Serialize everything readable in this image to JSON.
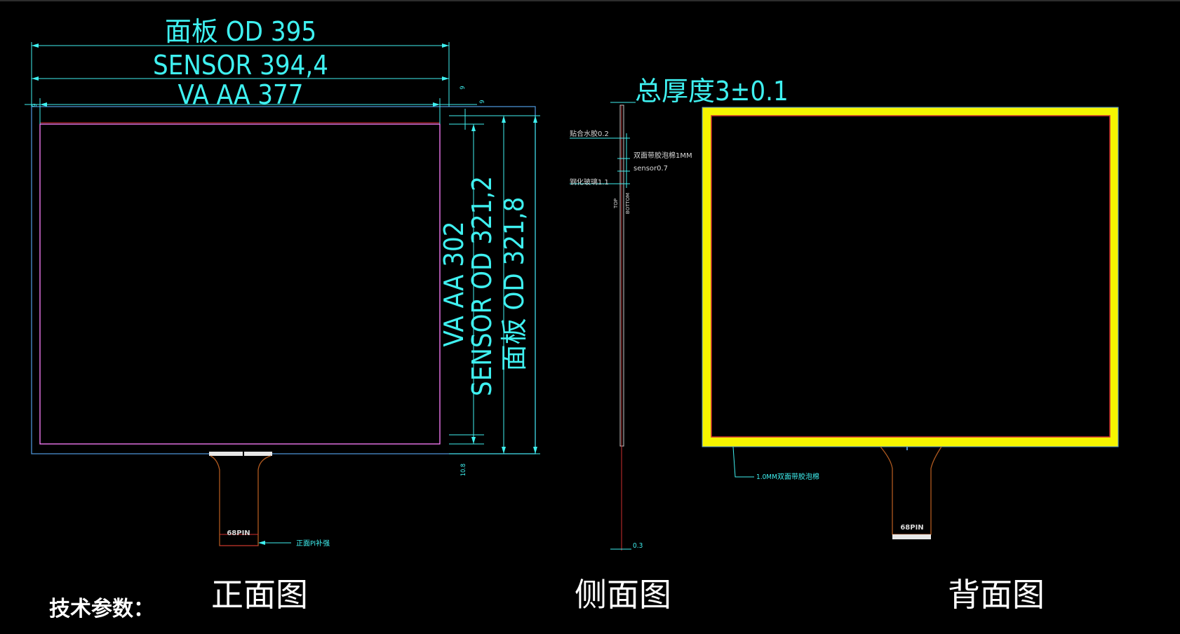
{
  "front_view": {
    "dims": {
      "panel_od_width": "面板 OD 395",
      "sensor_width": "SENSOR 394,4",
      "va_aa_width": "VA AA 377",
      "va_aa_height": "VA AA 302",
      "sensor_od_height": "SENSOR OD 321,2",
      "panel_od_height": "面板 OD 321,8",
      "offset_9_left": "9",
      "offset_9_right": "9",
      "offset_9_right2": "9",
      "bottom_offset": "10.8"
    },
    "fpc_pin_label": "68PIN",
    "pi_callout": "正面PI补强",
    "caption": "正面图"
  },
  "side_view": {
    "total_thickness": "总厚度3±0.1",
    "labels": {
      "bond": "贴合水胶0.2",
      "foam_tape": "双面带胶泡棉1MM",
      "sensor": "sensor0.7",
      "glass": "钢化玻璃1.1",
      "top": "TOP",
      "bottom": "BOTTOM",
      "fpc_thickness": "0.3"
    },
    "caption": "侧面图"
  },
  "back_view": {
    "foam_callout": "1.0MM双面带胶泡棉",
    "fpc_pin_label": "68PIN",
    "caption": "背面图"
  },
  "tech_params_label": "技术参数：",
  "colors": {
    "background": "#000000",
    "dimension": "#3ff0f0",
    "outline_blue": "#4a8fd0",
    "sensor_outline": "#ff80ff",
    "foam_yellow": "#f5f500",
    "red_line": "#d03030",
    "fpc_orange": "#b05a20"
  }
}
